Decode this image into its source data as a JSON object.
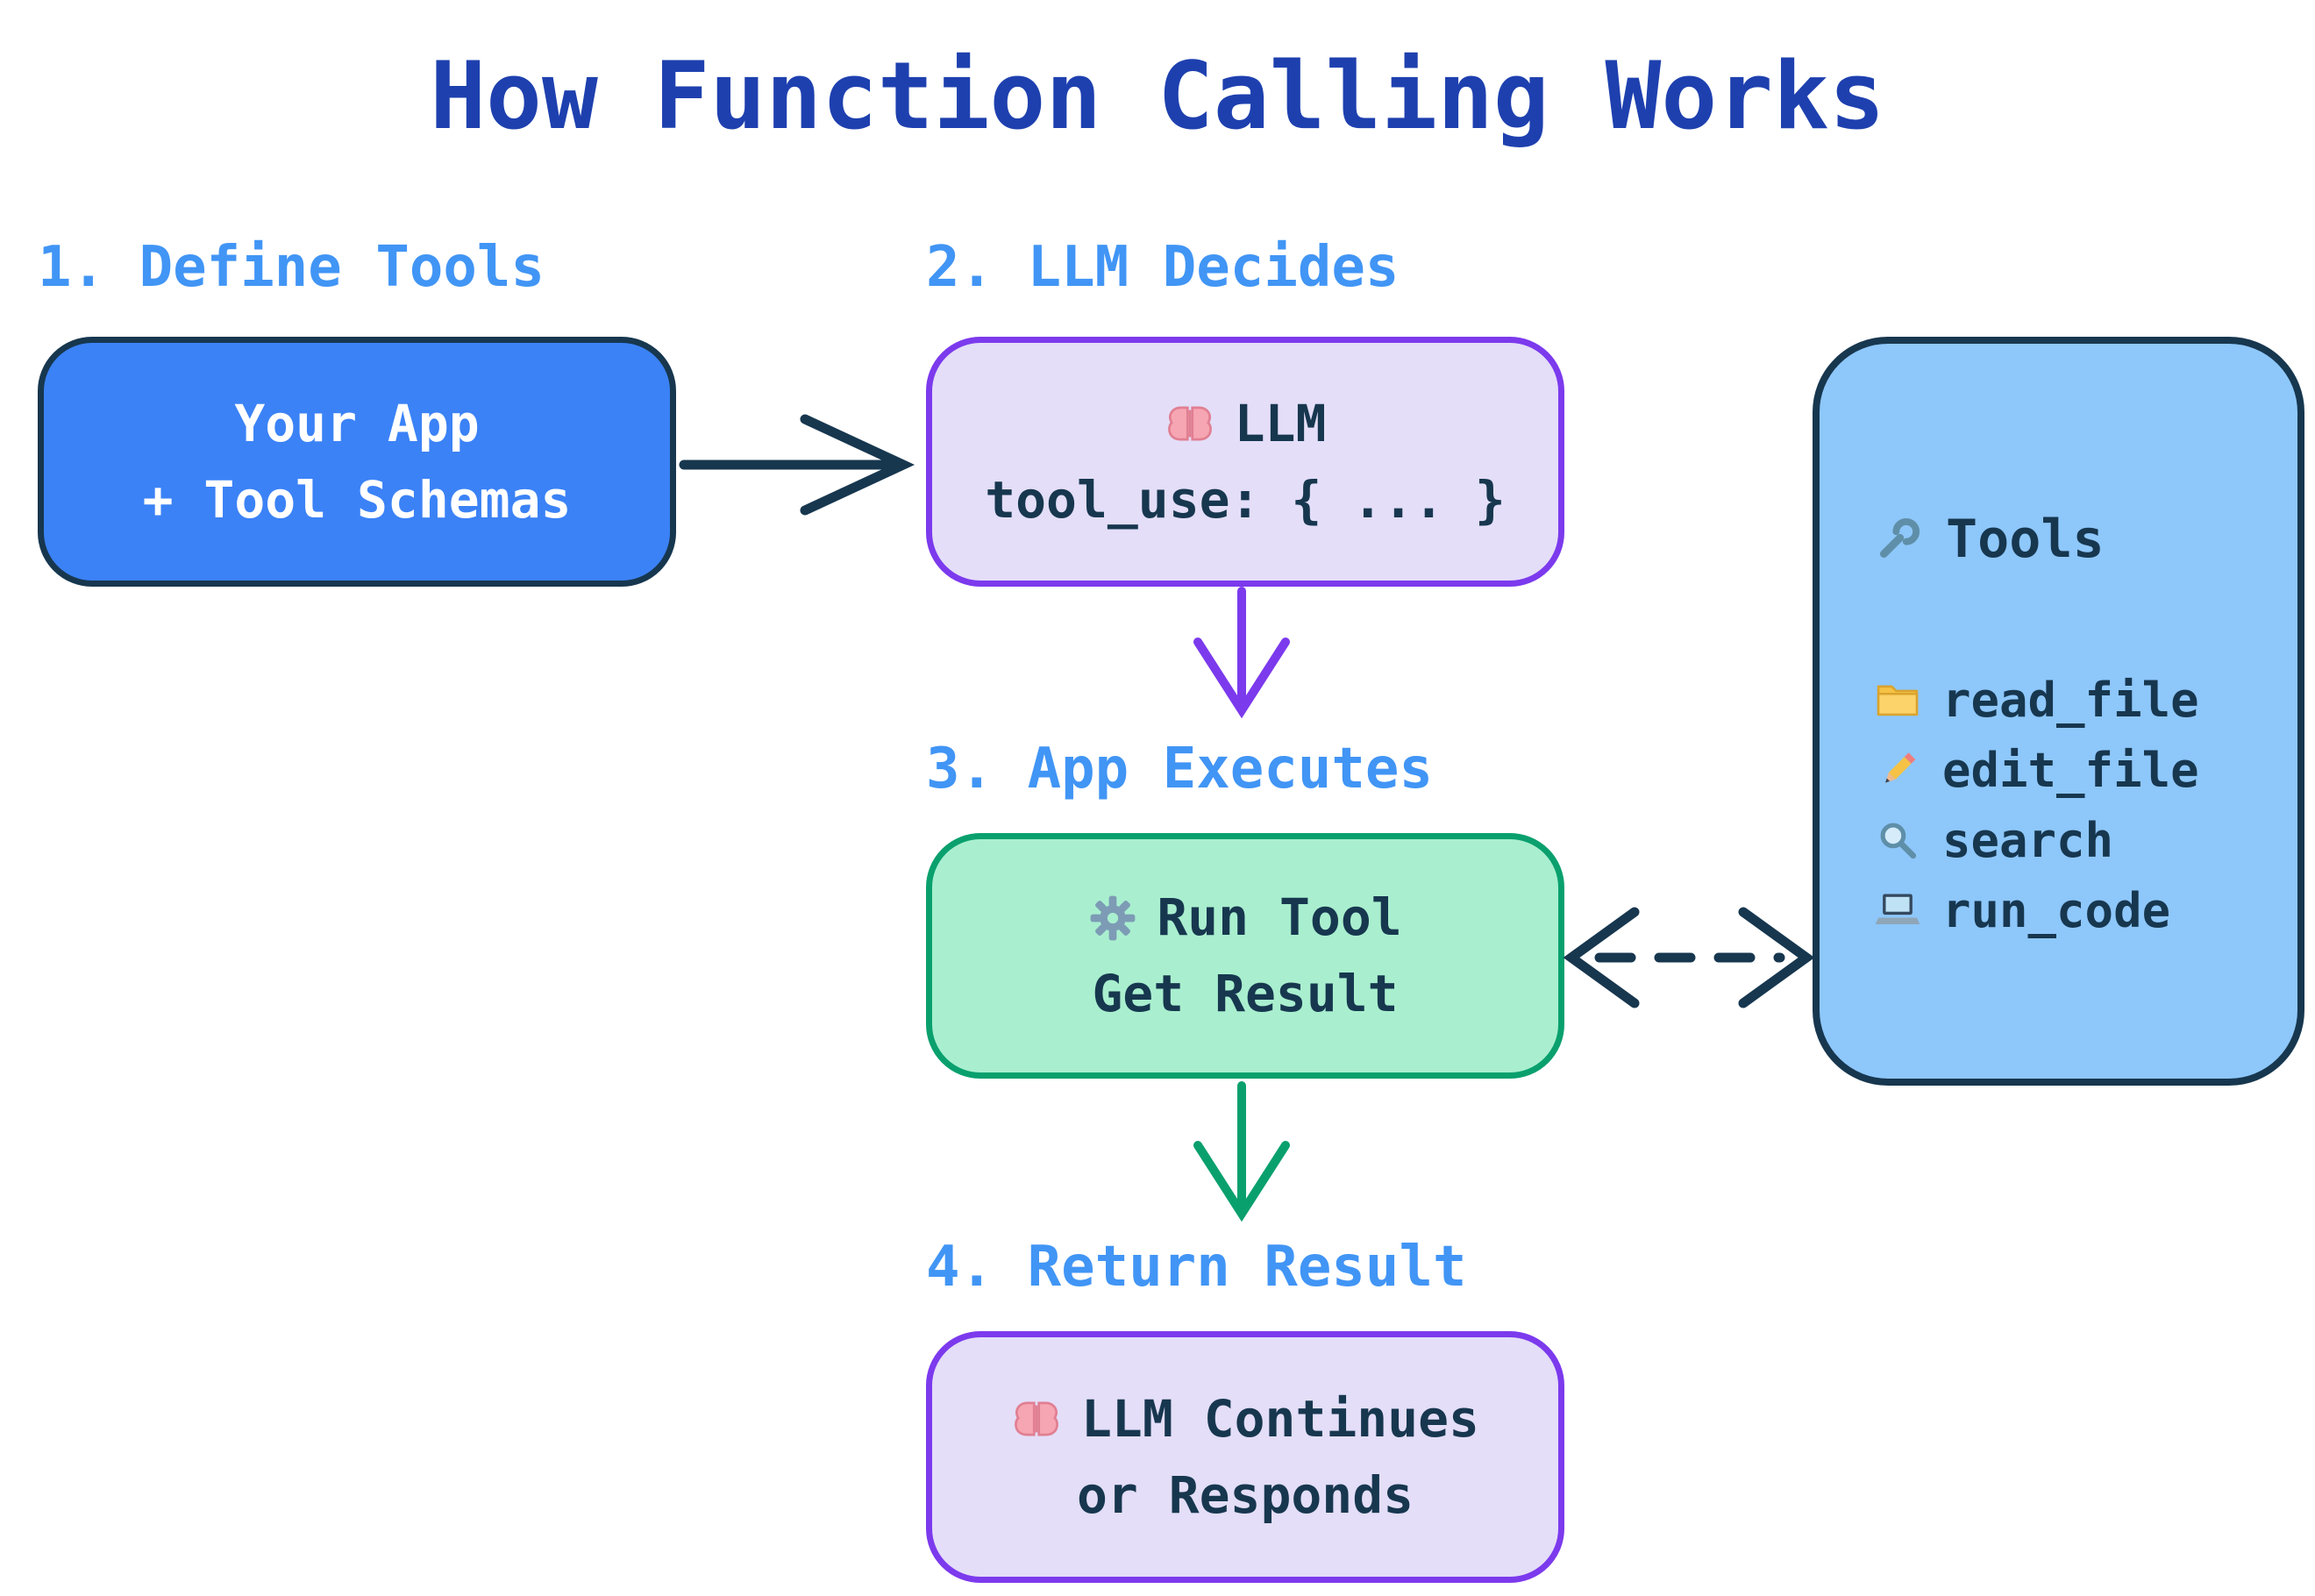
{
  "title": "How Function Calling Works",
  "steps": {
    "step1": {
      "label": "1. Define Tools",
      "line1": "Your App",
      "line2": "+ Tool Schemas"
    },
    "step2": {
      "label": "2. LLM Decides",
      "line1": "LLM",
      "line2": "tool_use: { ... }"
    },
    "step3": {
      "label": "3. App Executes",
      "line1": "Run Tool",
      "line2": "Get Result"
    },
    "step4": {
      "label": "4. Return Result",
      "line1": "LLM Continues",
      "line2": "or Responds"
    }
  },
  "tools_panel": {
    "title": "Tools",
    "title_icon": "wrench-icon",
    "items": [
      {
        "icon": "folder-icon",
        "label": "read_file"
      },
      {
        "icon": "pencil-icon",
        "label": "edit_file"
      },
      {
        "icon": "search-icon",
        "label": "search"
      },
      {
        "icon": "laptop-icon",
        "label": "run_code"
      }
    ]
  },
  "icons": {
    "step2_line1": "brain-icon",
    "step3_line1": "gear-icon",
    "step4_line1": "brain-icon"
  },
  "colors": {
    "title": "#1e40af",
    "step_label": "#4195f5",
    "box1_fill": "#3b82f6",
    "navy": "#17374f",
    "purple": "#7c3aed",
    "lavender_fill": "#e4def8",
    "mint_fill": "#a9efcf",
    "green": "#0aa06e",
    "tools_fill": "#8ec7fa",
    "text_on_blue": "#ffffff"
  }
}
